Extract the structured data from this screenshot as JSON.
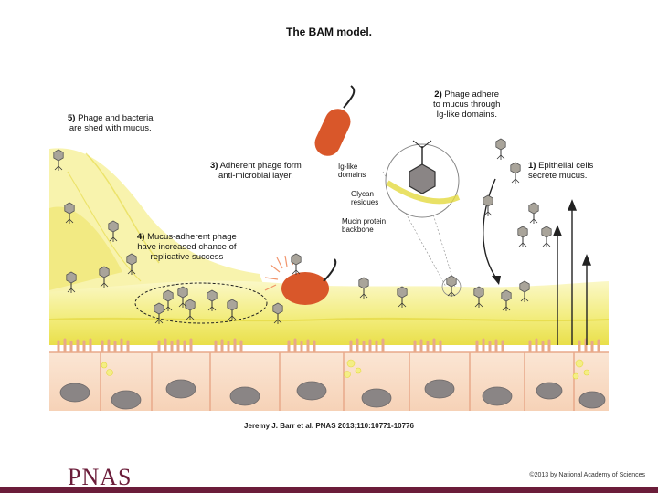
{
  "title": "The BAM model.",
  "labels": {
    "step1": {
      "num": "1)",
      "text_line1": "Epithelial cells",
      "text_line2": "secrete mucus."
    },
    "step2": {
      "num": "2)",
      "text_line1": "Phage adhere",
      "text_line2": "to mucus through",
      "text_line3": "Ig-like domains."
    },
    "step3": {
      "num": "3)",
      "text_line1": "Adherent phage form",
      "text_line2": "anti-microbial layer."
    },
    "step4": {
      "num": "4)",
      "text_line1": "Mucus-adherent phage",
      "text_line2": "have increased chance of",
      "text_line3": "replicative success"
    },
    "step5": {
      "num": "5)",
      "text_line1": "Phage and bacteria",
      "text_line2": "are shed with mucus."
    },
    "inset": {
      "ig_line1": "Ig-like",
      "ig_line2": "domains",
      "glycan_line1": "Glycan",
      "glycan_line2": "residues",
      "mucin_line1": "Mucin protein",
      "mucin_line2": "backbone"
    }
  },
  "citation": "Jeremy J. Barr et al. PNAS 2013;110:10771-10776",
  "logo_text": "PNAS",
  "copyright": "©2013 by National Academy of Sciences",
  "colors": {
    "mucus": "#f2ec7a",
    "mucus_dark": "#e4d940",
    "cell": "#f9dcc6",
    "cell_border": "#e8a98a",
    "nucleus": "#8a8585",
    "bacterium": "#d9572a",
    "phage_head": "#a9a49a",
    "brand": "#6b1d3a"
  }
}
